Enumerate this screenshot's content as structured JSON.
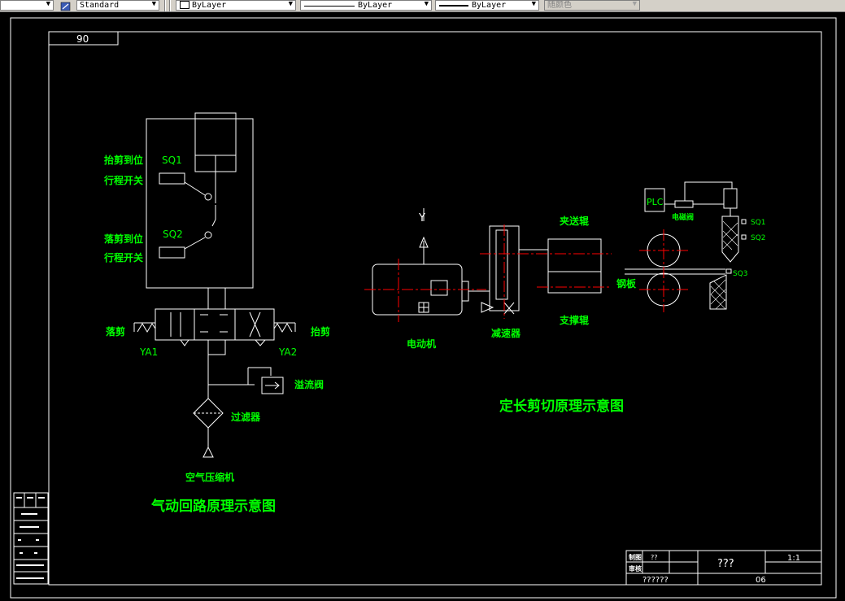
{
  "toolbar": {
    "text_style": "Standard",
    "layer": "ByLayer",
    "linetype": "ByLayer",
    "lineweight": "ByLayer",
    "plot_style": "随颜色"
  },
  "drawing": {
    "zone_label": "90",
    "pneumatic": {
      "title": "气动回路原理示意图",
      "sq1": "SQ1",
      "sq2": "SQ2",
      "switch_up_1": "抬剪到位",
      "switch_up_2": "行程开关",
      "switch_down_1": "落剪到位",
      "switch_down_2": "行程开关",
      "label_down": "落剪",
      "label_up": "抬剪",
      "ya1": "YA1",
      "ya2": "YA2",
      "relief_valve": "溢流阀",
      "filter": "过滤器",
      "compressor": "空气压缩机"
    },
    "shear": {
      "title": "定长剪切原理示意图",
      "motor": "电动机",
      "reducer": "减速器",
      "feed_roll": "夹送辊",
      "support_roll": "支撑辊",
      "steel_plate": "钢板",
      "plc": "PLC",
      "solenoid_valve": "电磁阀",
      "sq1": "SQ1",
      "sq2": "SQ2",
      "sq3": "SQ3",
      "y_axis": "Y"
    },
    "title_block": {
      "drawn_label": "制图",
      "drawn_value": "??",
      "checked_label": "审核",
      "name": "???",
      "scale": "1:1",
      "school": "??????",
      "sheet": "06"
    }
  }
}
